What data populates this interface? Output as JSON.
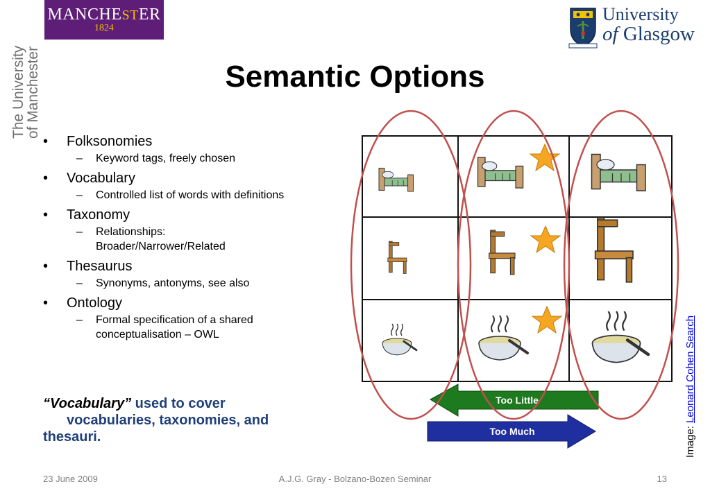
{
  "logos": {
    "manchester_name_a": "MANCHE",
    "manchester_name_b": "ST",
    "manchester_name_c": "ER",
    "manchester_year": "1824",
    "manchester_vertical_1": "The University",
    "manchester_vertical_2": "of Manchester",
    "glasgow_line1": "University",
    "glasgow_line2_of": "of",
    "glasgow_line2_name": "Glasgow"
  },
  "title": "Semantic Options",
  "bullets": [
    {
      "label": "Folksonomies",
      "sub": [
        "Keyword tags, freely chosen"
      ]
    },
    {
      "label": "Vocabulary",
      "sub": [
        "Controlled list of words with definitions"
      ]
    },
    {
      "label": "Taxonomy",
      "sub": [
        "Relationships: Broader/Narrower/Related"
      ]
    },
    {
      "label": "Thesaurus",
      "sub": [
        "Synonyms, antonyms, see also"
      ]
    },
    {
      "label": "Ontology",
      "sub": [
        "Formal specification of a shared conceptualisation – OWL"
      ]
    }
  ],
  "summary": {
    "quote": "“Vocabulary”",
    "rest1": " used to cover",
    "rest2": "vocabularies, taxonomies, and",
    "rest3": "thesauri."
  },
  "figure": {
    "arrow_left_label": "Too Little",
    "arrow_right_label": "Too Much",
    "colors": {
      "grid": "#111111",
      "ellipse": "#c0504d",
      "star": "#f5a623",
      "green_arrow": "#1e7a1e",
      "blue_arrow": "#1f2fa0"
    }
  },
  "credit": {
    "prefix": "Image: ",
    "link": "Leonard Cohen Search"
  },
  "footer": {
    "date": "23 June 2009",
    "center": "A.J.G. Gray - Bolzano-Bozen Seminar",
    "page": "13"
  }
}
